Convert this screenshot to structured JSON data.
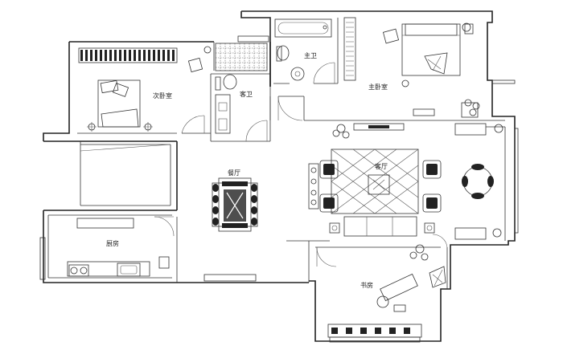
{
  "rooms": {
    "master_bedroom": "主卧室",
    "master_bath": "主卫",
    "second_bedroom": "次卧室",
    "guest_bath": "客卫",
    "dining": "餐厅",
    "living": "客厅",
    "kitchen": "厨房",
    "study": "书房"
  }
}
